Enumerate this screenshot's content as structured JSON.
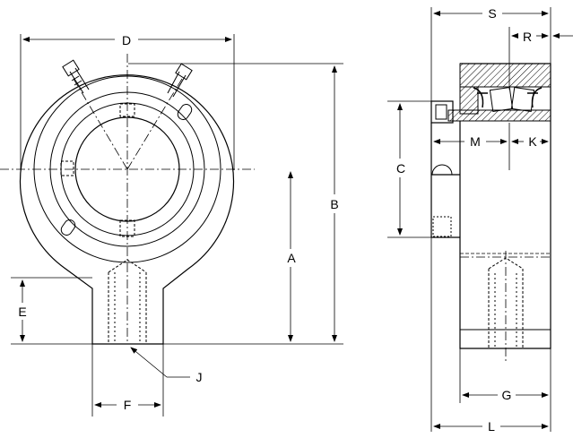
{
  "front_view": {
    "labels": {
      "D": "D",
      "B": "B",
      "A": "A",
      "E": "E",
      "F": "F",
      "J": "J"
    }
  },
  "side_view": {
    "labels": {
      "S": "S",
      "R": "R",
      "C": "C",
      "M": "M",
      "K": "K",
      "G": "G",
      "L": "L"
    }
  },
  "colors": {
    "line": "#000000",
    "background": "#ffffff",
    "hatch": "#000000"
  }
}
